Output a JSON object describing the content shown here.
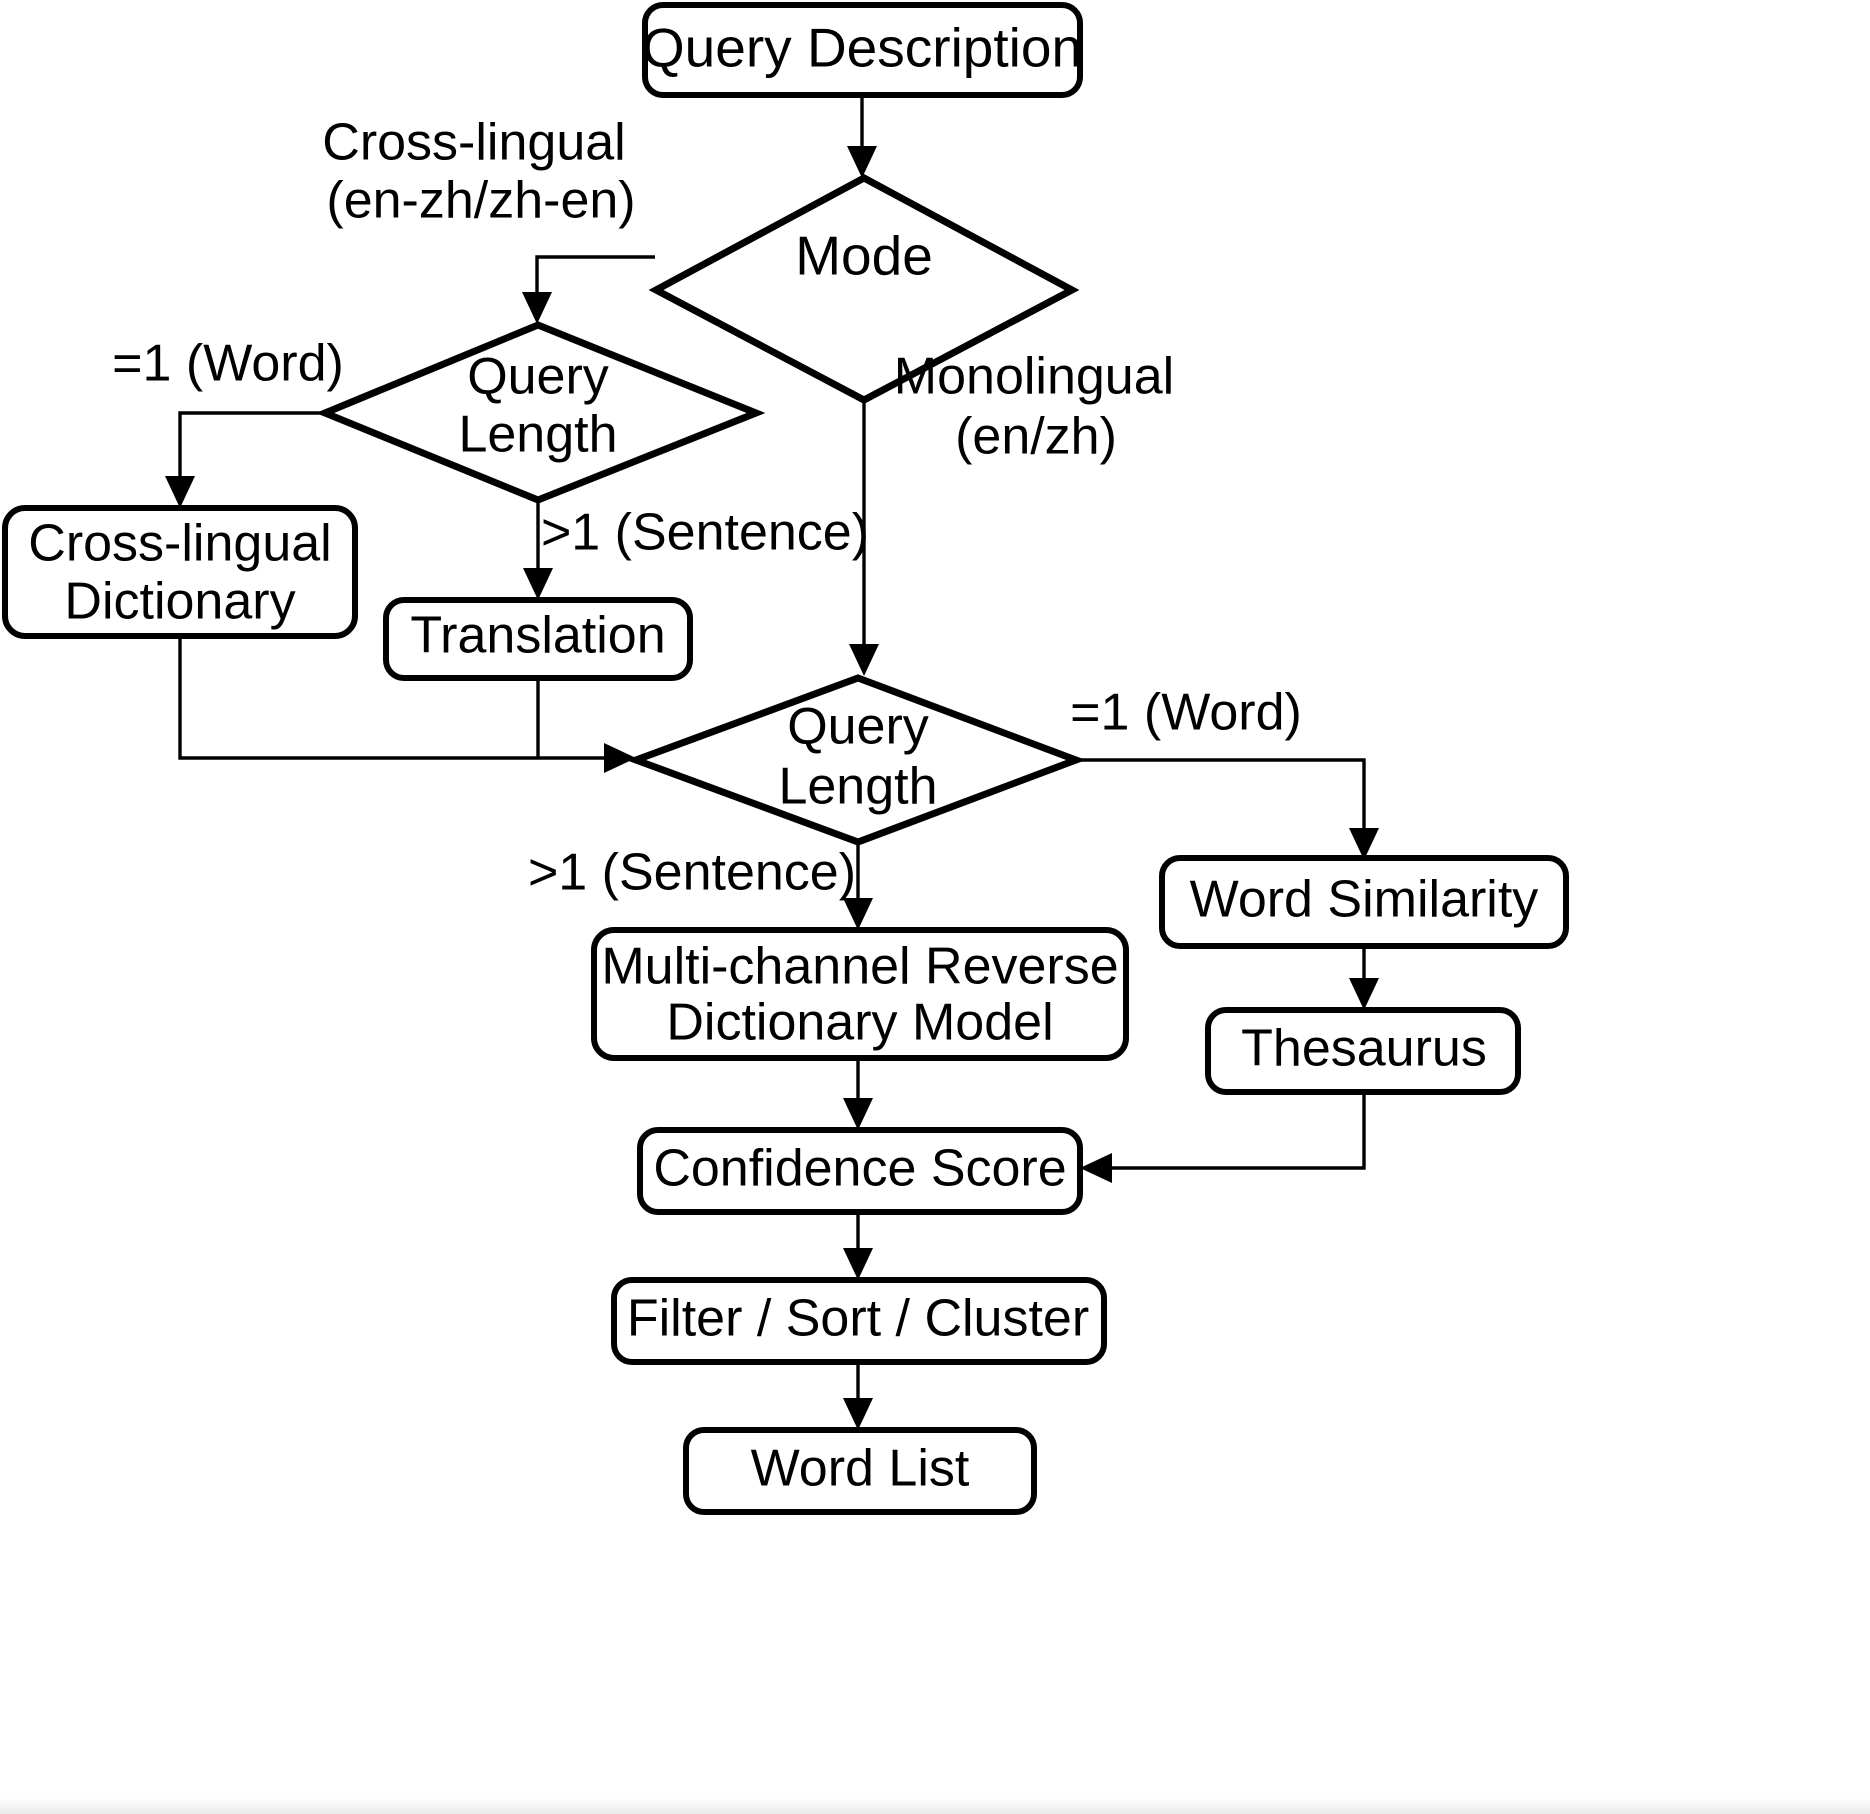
{
  "diagram": {
    "title": "Reverse Dictionary Query Processing Flowchart",
    "type": "flowchart",
    "background_color": "#ffffff",
    "stroke_color": "#000000",
    "nodes": [
      {
        "id": "query-description",
        "label": "Query Description",
        "shape": "rounded-rect"
      },
      {
        "id": "mode",
        "label": "Mode",
        "shape": "diamond"
      },
      {
        "id": "query-length-1",
        "label_line1": "Query",
        "label_line2": "Length",
        "shape": "diamond"
      },
      {
        "id": "cross-lingual-dictionary",
        "label_line1": "Cross-lingual",
        "label_line2": "Dictionary",
        "shape": "rounded-rect"
      },
      {
        "id": "translation",
        "label": "Translation",
        "shape": "rounded-rect"
      },
      {
        "id": "query-length-2",
        "label_line1": "Query",
        "label_line2": "Length",
        "shape": "diamond"
      },
      {
        "id": "word-similarity",
        "label": "Word Similarity",
        "shape": "rounded-rect"
      },
      {
        "id": "thesaurus",
        "label": "Thesaurus",
        "shape": "rounded-rect"
      },
      {
        "id": "multi-channel-model",
        "label_line1": "Multi-channel Reverse",
        "label_line2": "Dictionary Model",
        "shape": "rounded-rect"
      },
      {
        "id": "confidence-score",
        "label": "Confidence Score",
        "shape": "rounded-rect"
      },
      {
        "id": "filter-sort-cluster",
        "label": "Filter / Sort / Cluster",
        "shape": "rounded-rect"
      },
      {
        "id": "word-list",
        "label": "Word List",
        "shape": "rounded-rect"
      }
    ],
    "edge_labels": [
      {
        "id": "mode-cross-lingual",
        "line1": "Cross-lingual",
        "line2": "(en-zh/zh-en)"
      },
      {
        "id": "mode-monolingual",
        "line1": "Monolingual",
        "line2": "(en/zh)"
      },
      {
        "id": "length1-word",
        "text": "=1 (Word)"
      },
      {
        "id": "length1-sentence",
        "text": ">1 (Sentence)"
      },
      {
        "id": "length2-word",
        "text": "=1 (Word)"
      },
      {
        "id": "length2-sentence",
        "text": ">1 (Sentence)"
      }
    ]
  }
}
